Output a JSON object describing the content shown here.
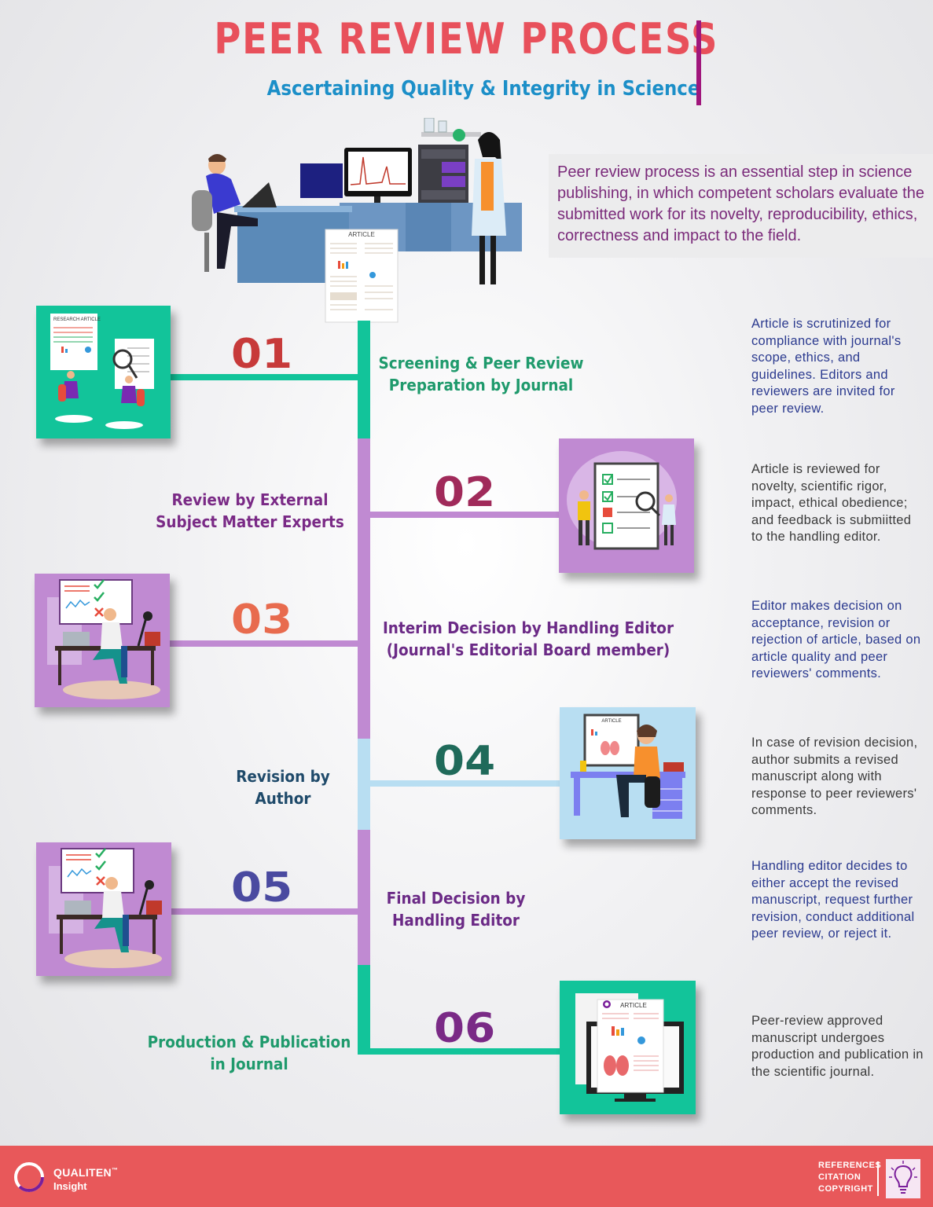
{
  "header": {
    "title": "PEER REVIEW PROCESS",
    "subtitle": "Ascertaining Quality & Integrity in Science"
  },
  "intro": "Peer review process is an essential step in science publishing, in which competent scholars evaluate the submitted work for its novelty, reproducibility, ethics, correctness and impact to the field.",
  "hero": {
    "article_label": "ARTICLE"
  },
  "steps": [
    {
      "number": "01",
      "label_line1": "Screening & Peer Review",
      "label_line2": "Preparation by Journal",
      "description": "Article is scrutinized for compliance with journal's scope, ethics, and guidelines. Editors and reviewers are invited for peer review.",
      "image_label": "RESEARCH ARTICLE"
    },
    {
      "number": "02",
      "label_line1": "Review by External",
      "label_line2": "Subject Matter Experts",
      "description": "Article is reviewed for novelty, scientific rigor, impact, ethical obedience; and feedback is submiitted to the handling editor."
    },
    {
      "number": "03",
      "label_line1": "Interim Decision by Handling Editor",
      "label_line2": "(Journal's Editorial Board member)",
      "description": "Editor makes decision on acceptance, revision or rejection of article, based on article quality and peer reviewers' comments."
    },
    {
      "number": "04",
      "label_line1": "Revision by",
      "label_line2": "Author",
      "description": "In case of revision decision, author submits a revised manuscript along with response to peer reviewers' comments.",
      "image_label": "ARTICLE"
    },
    {
      "number": "05",
      "label_line1": "Final Decision by",
      "label_line2": "Handling Editor",
      "description": "Handling editor decides to either accept the revised manuscript, request further revision, conduct additional peer review, or reject it."
    },
    {
      "number": "06",
      "label_line1": "Production & Publication",
      "label_line2": "in Journal",
      "description": "Peer-review approved manuscript undergoes production and publication in the scientific journal.",
      "image_label": "ARTICLE"
    }
  ],
  "footer": {
    "brand": "QUALITEN",
    "trademark": "™",
    "brand_sub": "Insight",
    "tags": [
      "REFERENCES",
      "CITATION",
      "COPYRIGHT"
    ]
  },
  "colors": {
    "title": "#e8505b",
    "subtitle": "#1c8fc8",
    "accent_bar": "#a0167c",
    "green": "#12c49a",
    "purple": "#c08ad2",
    "light_blue": "#b8def2",
    "footer": "#e8585a"
  }
}
